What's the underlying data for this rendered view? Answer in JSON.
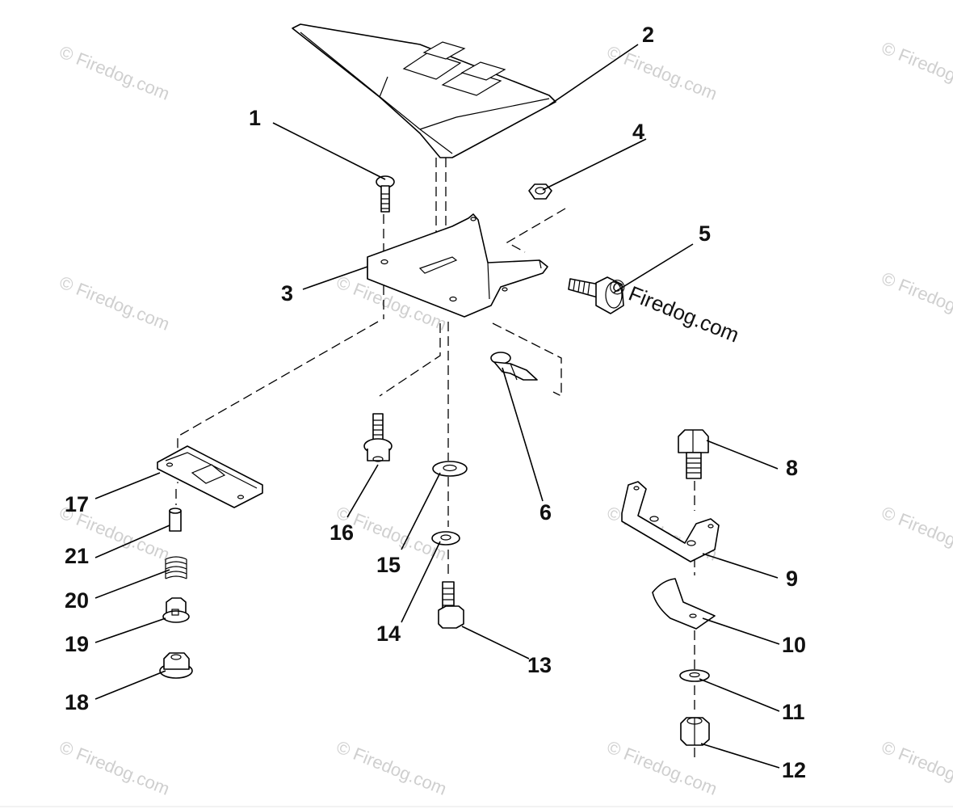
{
  "watermark": {
    "text": "© Firedog.com",
    "color": "#cfcfcf"
  },
  "callouts": [
    {
      "id": "1",
      "label": "1"
    },
    {
      "id": "2",
      "label": "2"
    },
    {
      "id": "3",
      "label": "3"
    },
    {
      "id": "4",
      "label": "4"
    },
    {
      "id": "5",
      "label": "5"
    },
    {
      "id": "6",
      "label": "6"
    },
    {
      "id": "8",
      "label": "8"
    },
    {
      "id": "9",
      "label": "9"
    },
    {
      "id": "10",
      "label": "10"
    },
    {
      "id": "11",
      "label": "11"
    },
    {
      "id": "12",
      "label": "12"
    },
    {
      "id": "13",
      "label": "13"
    },
    {
      "id": "14",
      "label": "14"
    },
    {
      "id": "15",
      "label": "15"
    },
    {
      "id": "16",
      "label": "16"
    },
    {
      "id": "17",
      "label": "17"
    },
    {
      "id": "18",
      "label": "18"
    },
    {
      "id": "19",
      "label": "19"
    },
    {
      "id": "20",
      "label": "20"
    },
    {
      "id": "21",
      "label": "21"
    }
  ]
}
